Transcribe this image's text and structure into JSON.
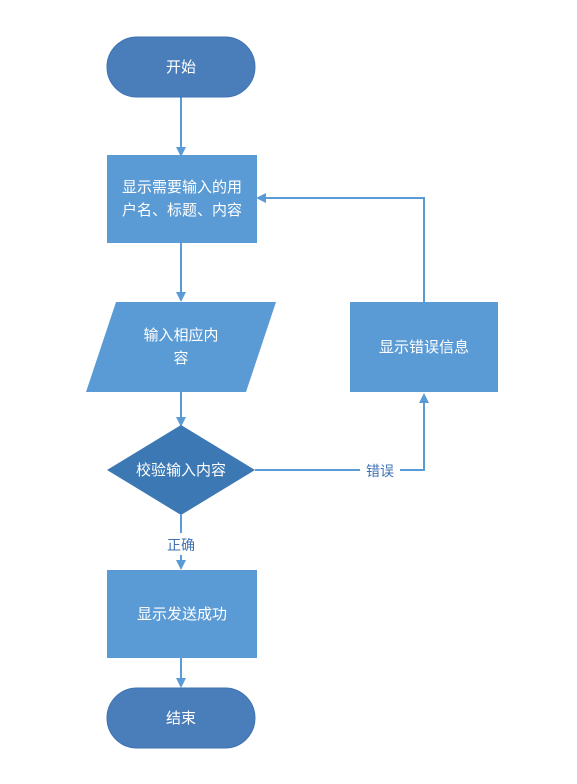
{
  "colors": {
    "terminal_fill": "#4a7ebb",
    "process_fill": "#5b9bd5",
    "decision_fill": "#3c78b4",
    "edge": "#5b9bd5",
    "edge_label": "#3f72b3"
  },
  "nodes": {
    "start": {
      "text": "开始"
    },
    "display_prompt": {
      "line1": "显示需要输入的用",
      "line2": "户名、标题、内容"
    },
    "input": {
      "line1": "输入相应内",
      "line2": "容"
    },
    "validate": {
      "text": "校验输入内容"
    },
    "error_msg": {
      "text": "显示错误信息"
    },
    "success": {
      "text": "显示发送成功"
    },
    "end": {
      "text": "结束"
    }
  },
  "edges": {
    "error_label": "错误",
    "correct_label": "正确"
  }
}
